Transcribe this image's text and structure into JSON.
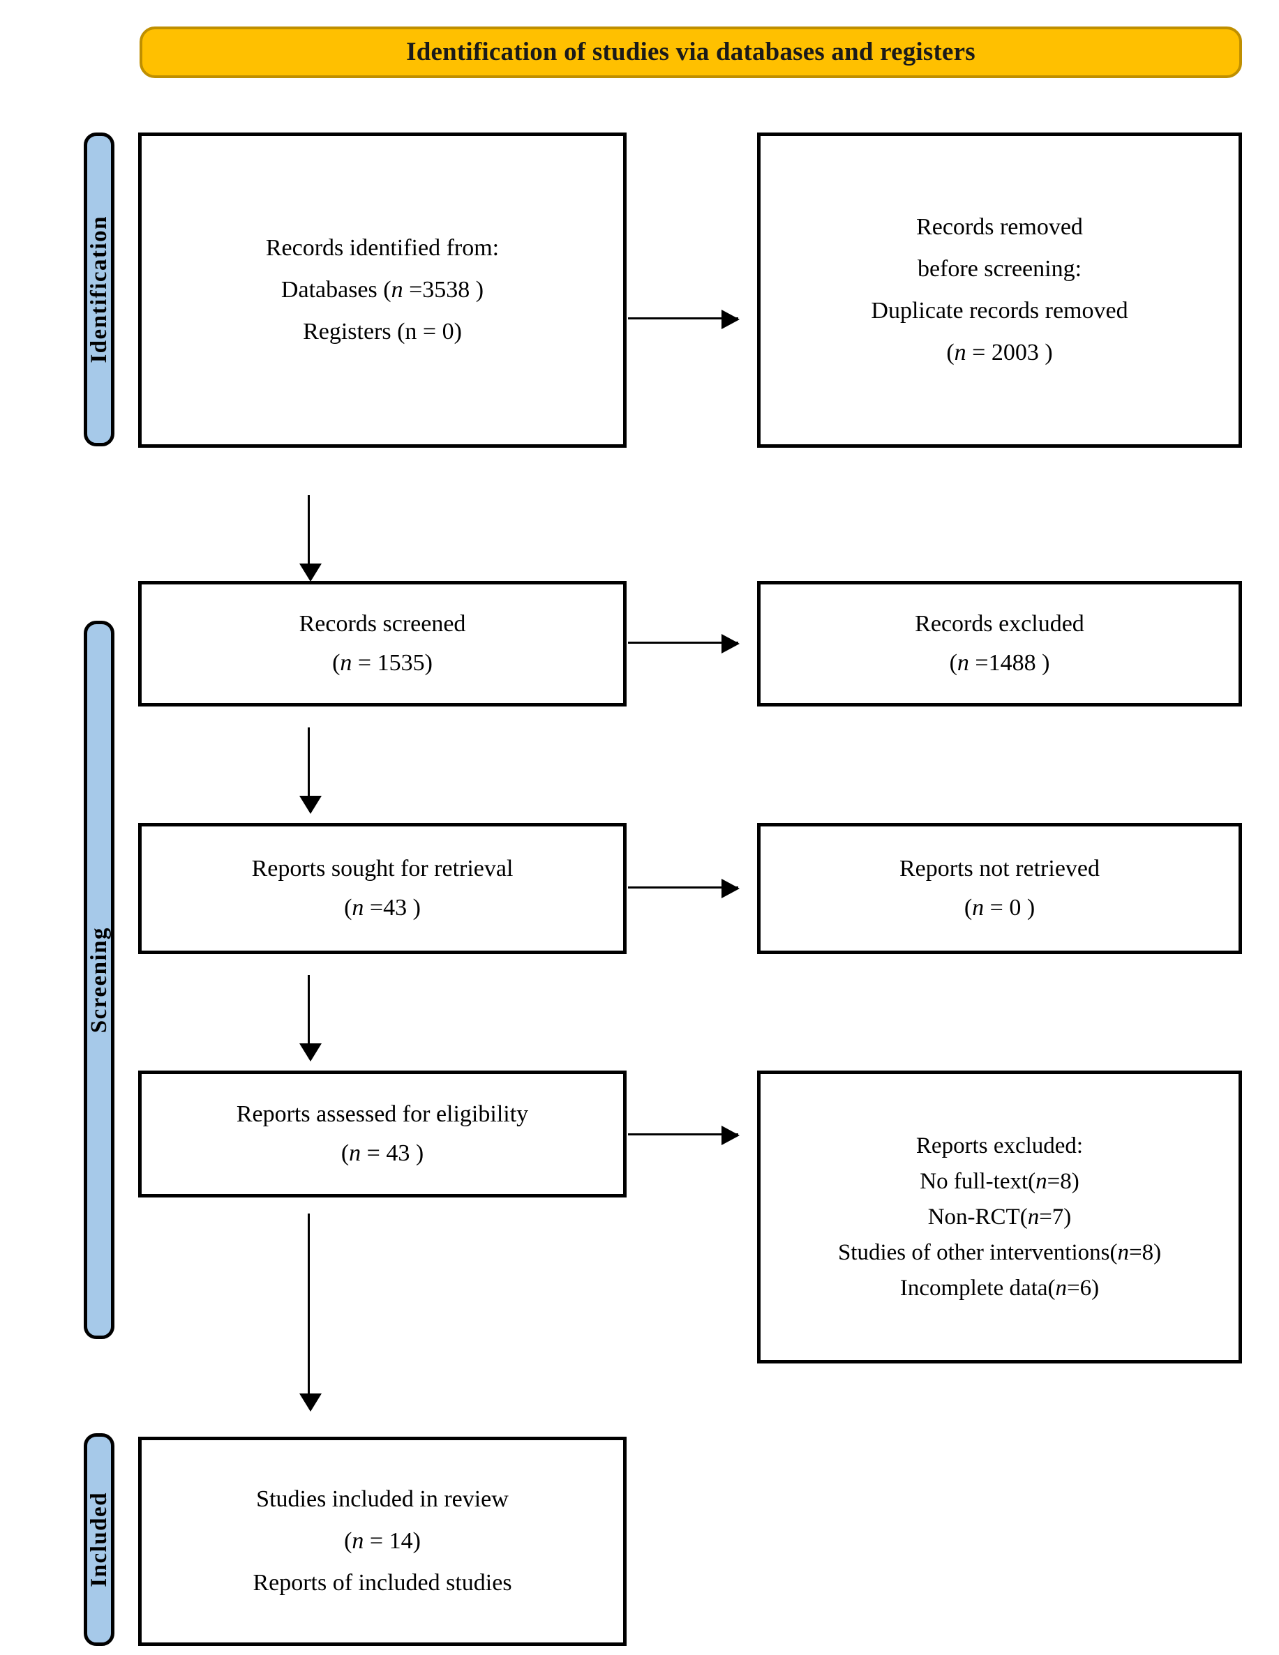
{
  "banner": {
    "title": "Identification of studies via databases and registers",
    "fill_color": "#FFC000",
    "border_color": "#BF8F00"
  },
  "stages": {
    "fill_color": "#A6C9E9",
    "border_color": "#000000",
    "identification": "Identification",
    "screening": "Screening",
    "included": "Included"
  },
  "nodes": {
    "records_identified": {
      "line1": "Records identified from:",
      "line2_pre": "Databases (",
      "line2_n": "n",
      "line2_post": " =3538 )",
      "line3": "Registers (n = 0)"
    },
    "records_removed": {
      "line1": "Records removed",
      "line2": "before screening:",
      "line3": "Duplicate records removed",
      "line4_pre": "(",
      "line4_n": "n",
      "line4_post": " = 2003 )"
    },
    "records_screened": {
      "line1": "Records screened",
      "line2_pre": "(",
      "line2_n": "n",
      "line2_post": " = 1535)"
    },
    "records_excluded": {
      "line1": "Records excluded",
      "line2_pre": "(",
      "line2_n": "n",
      "line2_post": " =1488 )"
    },
    "reports_sought": {
      "line1": "Reports sought for retrieval",
      "line2_pre": "(",
      "line2_n": "n",
      "line2_post": " =43 )"
    },
    "reports_not_retrieved": {
      "line1": "Reports not retrieved",
      "line2_pre": "(",
      "line2_n": "n",
      "line2_post": " = 0 )"
    },
    "reports_assessed": {
      "line1": "Reports assessed for eligibility",
      "line2_pre": "(",
      "line2_n": "n",
      "line2_post": " = 43 )"
    },
    "reports_excluded": {
      "line1": "Reports excluded:",
      "line2_pre": "No full-text(",
      "line2_n": "n",
      "line2_post": "=8)",
      "line3_pre": "Non-RCT(",
      "line3_n": "n",
      "line3_post": "=7)",
      "line4_pre": "Studies of other interventions(",
      "line4_n": "n",
      "line4_post": "=8)",
      "line5_pre": "Incomplete data(",
      "line5_n": "n",
      "line5_post": "=6)"
    },
    "studies_included": {
      "line1": "Studies included in review",
      "line2_pre": "(",
      "line2_n": "n",
      "line2_post": " = 14)",
      "line3": "Reports of included studies"
    }
  },
  "chart_data": {
    "type": "diagram",
    "title": "PRISMA 2020 flow diagram",
    "stages": [
      "Identification",
      "Screening",
      "Included"
    ],
    "counts": {
      "databases": 3538,
      "registers": 0,
      "duplicate_records_removed": 2003,
      "records_screened": 1535,
      "records_excluded": 1488,
      "reports_sought_for_retrieval": 43,
      "reports_not_retrieved": 0,
      "reports_assessed_for_eligibility": 43,
      "reports_excluded_no_full_text": 8,
      "reports_excluded_non_rct": 7,
      "reports_excluded_other_interventions": 8,
      "reports_excluded_incomplete_data": 6,
      "studies_included_in_review": 14
    }
  }
}
